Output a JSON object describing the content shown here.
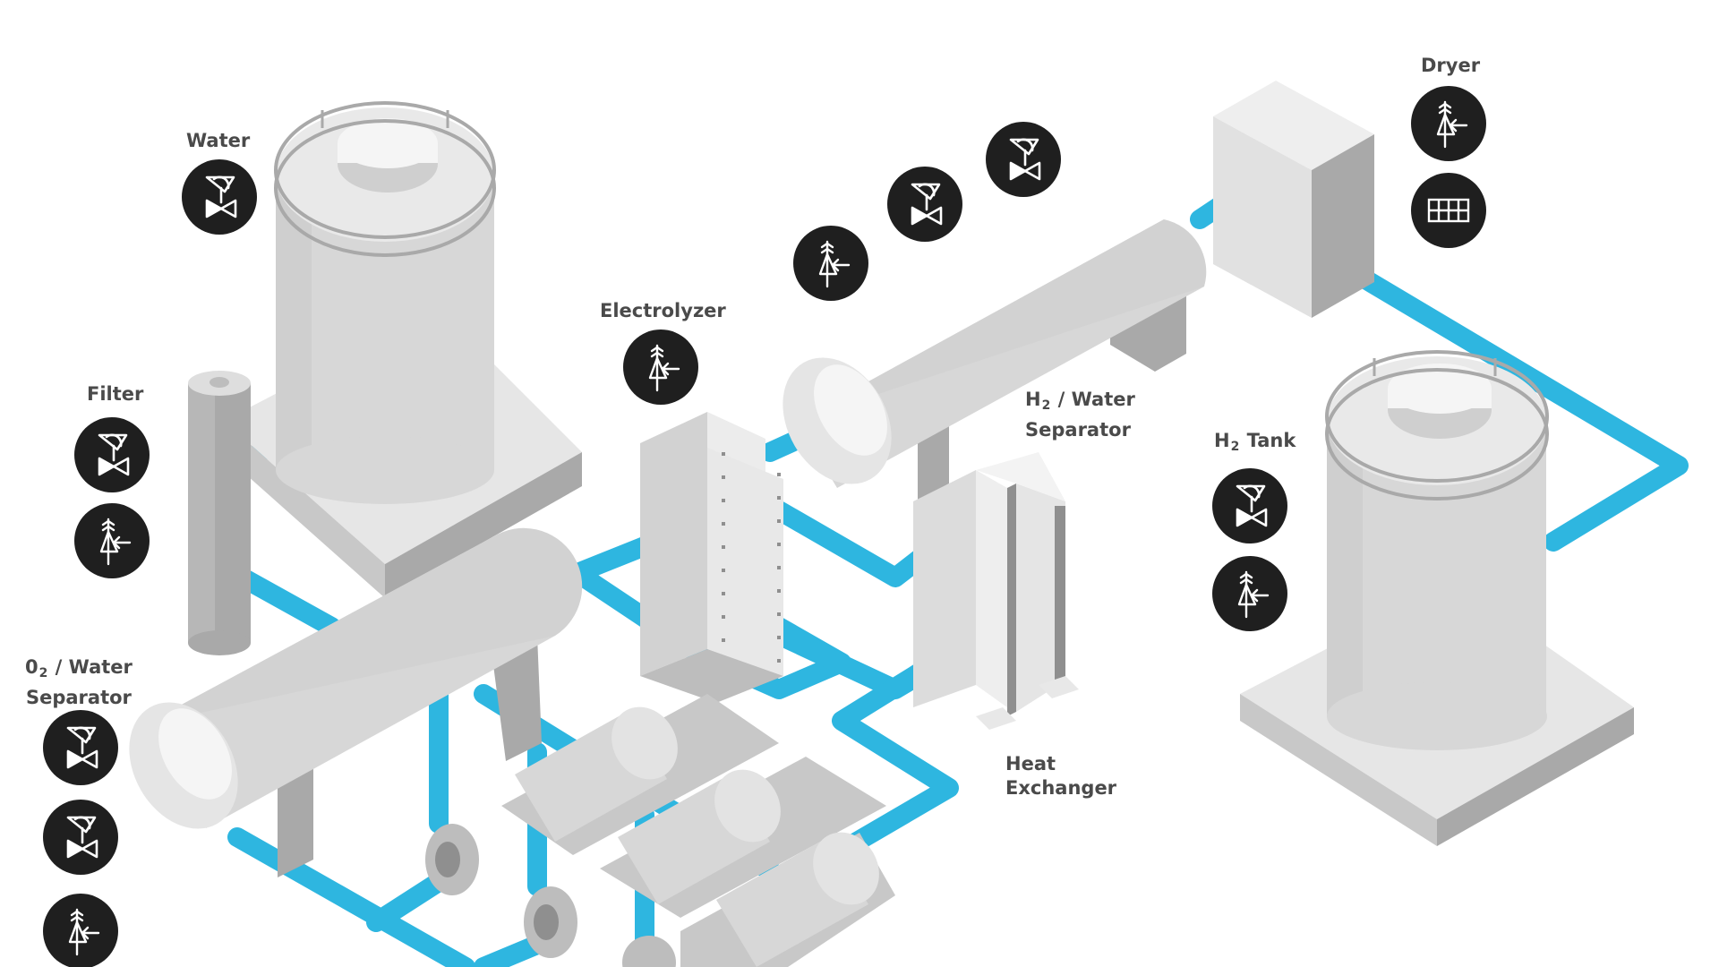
{
  "labels": {
    "water": "Water",
    "filter": "Filter",
    "electrolyzer": "Electrolyzer",
    "dryer": "Dryer",
    "h2_prefix": "H",
    "h2_sub": "2",
    "h2_sep_suffix": " / Water",
    "separator_word": "Separator",
    "h2_tank_suffix": " Tank",
    "o2_prefix": "0",
    "o2_sub": "2",
    "o2_sep_suffix": " / Water",
    "heat_line1": "Heat",
    "heat_line2": "Exchanger"
  },
  "colors": {
    "pipe": "#2eb6e0",
    "equipment_light": "#e6e6e6",
    "equipment_mid": "#d2d2d2",
    "equipment_dark": "#a9a9a9",
    "icon_bg": "#1f1f1f",
    "icon_fg": "#ffffff",
    "label_text": "#4a4a4a"
  },
  "icons": {
    "water": [
      "control-valve-icon"
    ],
    "filter": [
      "control-valve-icon",
      "pressure-transmitter-icon"
    ],
    "electrolyzer": [
      "pressure-transmitter-icon"
    ],
    "h2_separator": [
      "pressure-transmitter-icon",
      "control-valve-icon",
      "control-valve-icon"
    ],
    "dryer": [
      "pressure-transmitter-icon",
      "grid-sensor-icon"
    ],
    "h2_tank": [
      "control-valve-icon",
      "pressure-transmitter-icon"
    ],
    "o2_separator": [
      "control-valve-icon",
      "control-valve-icon",
      "pressure-transmitter-icon"
    ]
  }
}
